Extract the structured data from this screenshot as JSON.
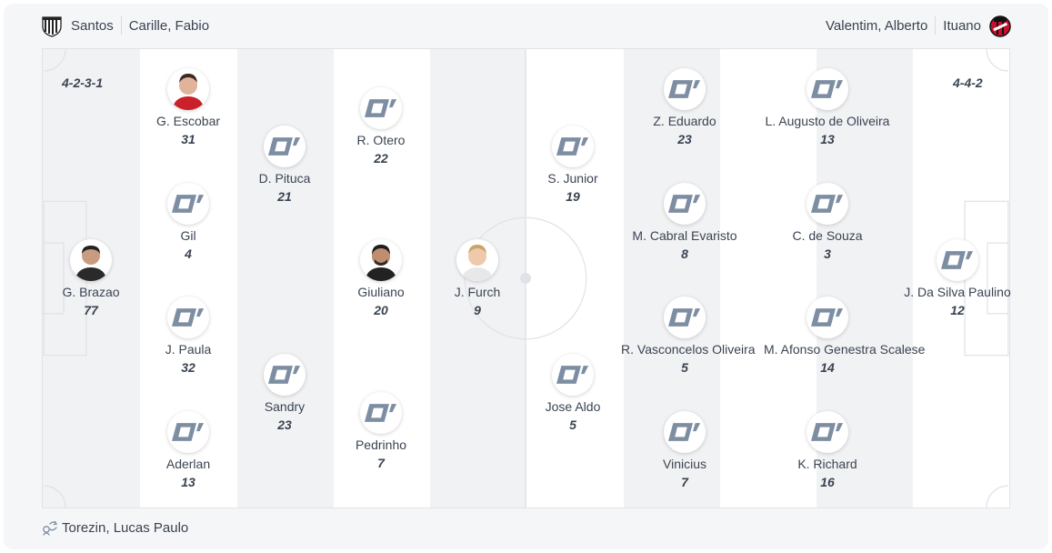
{
  "home": {
    "team": "Santos",
    "coach": "Carille, Fabio",
    "formation": "4-2-3-1",
    "players": [
      {
        "name": "G. Brazao",
        "number": "77",
        "photo": true
      },
      {
        "name": "G. Escobar",
        "number": "31",
        "photo": true
      },
      {
        "name": "Gil",
        "number": "4",
        "photo": false
      },
      {
        "name": "J. Paula",
        "number": "32",
        "photo": false
      },
      {
        "name": "Aderlan",
        "number": "13",
        "photo": false
      },
      {
        "name": "D. Pituca",
        "number": "21",
        "photo": false
      },
      {
        "name": "Sandry",
        "number": "23",
        "photo": false
      },
      {
        "name": "R. Otero",
        "number": "22",
        "photo": false
      },
      {
        "name": "Giuliano",
        "number": "20",
        "photo": true
      },
      {
        "name": "Pedrinho",
        "number": "7",
        "photo": false
      },
      {
        "name": "J. Furch",
        "number": "9",
        "photo": true
      }
    ]
  },
  "away": {
    "team": "Ituano",
    "coach": "Valentim, Alberto",
    "formation": "4-4-2",
    "players": [
      {
        "name": "S. Junior",
        "number": "19",
        "photo": false
      },
      {
        "name": "Jose Aldo",
        "number": "5",
        "photo": false
      },
      {
        "name": "Z. Eduardo",
        "number": "23",
        "photo": false
      },
      {
        "name": "M. Cabral Evaristo",
        "number": "8",
        "photo": false
      },
      {
        "name": "R. Vasconcelos Oliveira",
        "number": "5",
        "photo": false
      },
      {
        "name": "Vinicius",
        "number": "7",
        "photo": false
      },
      {
        "name": "L. Augusto de Oliveira",
        "number": "13",
        "photo": false
      },
      {
        "name": "C. de Souza",
        "number": "3",
        "photo": false
      },
      {
        "name": "M. Afonso Genestra Scalese",
        "number": "14",
        "photo": false
      },
      {
        "name": "K. Richard",
        "number": "16",
        "photo": false
      },
      {
        "name": "J. Da Silva Paulino",
        "number": "12",
        "photo": false
      }
    ]
  },
  "footer": {
    "substitute_coach": "Torezin, Lucas Paulo",
    "icon": "substitution-icon"
  },
  "colors": {
    "pitch_stripe_light": "#ffffff",
    "pitch_stripe_dark": "#f1f2f4",
    "placeholder_icon": "#7d8ea3",
    "text": "#3a4452"
  }
}
